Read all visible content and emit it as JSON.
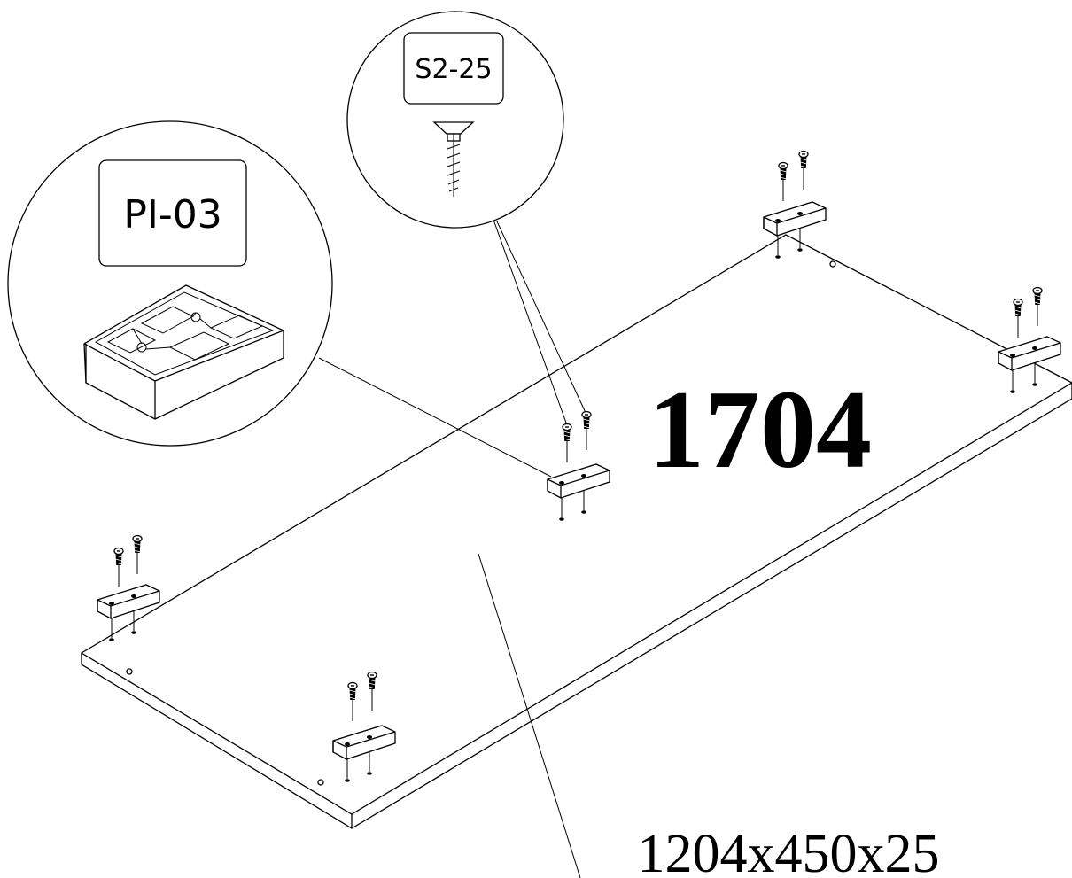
{
  "part_number": "1704",
  "panel_dimensions": "1204x450x25",
  "callouts": {
    "connector": {
      "code": "PI-03",
      "icon": "connector-block-icon"
    },
    "screw": {
      "code": "S2-25",
      "icon": "wood-screw-icon"
    }
  },
  "connector_count": 5,
  "colors": {
    "ink": "#000000",
    "paper": "#ffffff"
  }
}
